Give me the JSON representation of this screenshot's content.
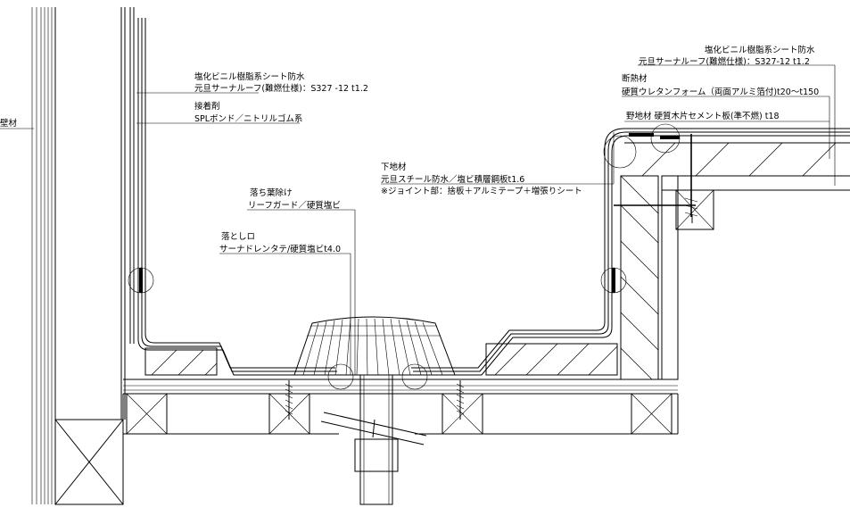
{
  "annotations": {
    "left_wall": "壁材",
    "left_membrane_1": "塩化ビニル樹脂系シート防水",
    "left_membrane_2": "元旦サーナルーフ(難燃仕様)：S327 -12  t1.2",
    "adhesive_1": "接着剤",
    "adhesive_2": "SPLボンド／ニトリルゴム系",
    "leaf_guard_1": "落ち葉除け",
    "leaf_guard_2": "リーフガード／硬質塩ビ",
    "drain_1": "落としロ",
    "drain_2": "サーナドレンタテ/硬質塩ビt4.0",
    "substrate_1": "下地材",
    "substrate_2": "元旦スチール防水／塩ビ積層鋼板t1.6",
    "substrate_3": "※ジョイント部：捨板＋アルミテープ＋増張りシート",
    "right_membrane_1": "塩化ビニル樹脂系シート防水",
    "right_membrane_2": "元旦サーナルーフ(難燃仕様)：S327-12  t1.2",
    "insulation_1": "断熱材",
    "insulation_2": "硬質ウレタンフォーム（両面アルミ箔付)t20～t150",
    "base_board": "野地材  硬質木片セメント板(準不燃)  t18"
  }
}
